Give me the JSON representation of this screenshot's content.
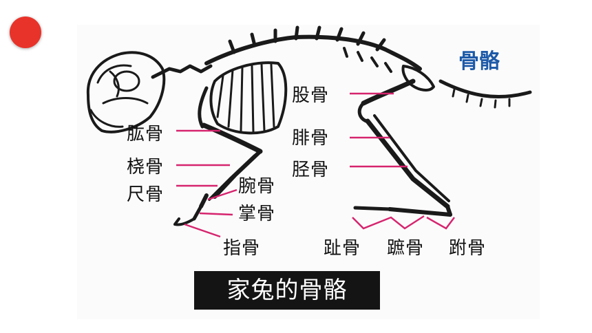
{
  "title": "骨骼",
  "caption": "家兔的骨骼",
  "labels": {
    "femur": "股骨",
    "humerus": "肱骨",
    "fibula": "腓骨",
    "radius": "桡骨",
    "tibia": "胫骨",
    "carpals": "腕骨",
    "ulna": "尺骨",
    "metacarpals": "掌骨",
    "phalanges": "指骨",
    "toe_bones": "趾骨",
    "metatarsals": "蹠骨",
    "tarsals": "跗骨"
  },
  "colors": {
    "record_dot": "#e8332a",
    "title": "#1d5aa8",
    "leader_line": "#d6246e",
    "caption_bg": "#141414"
  }
}
